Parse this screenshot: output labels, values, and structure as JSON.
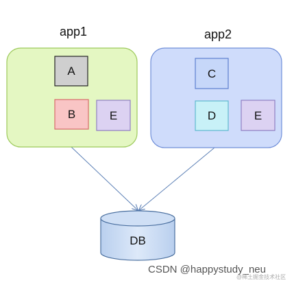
{
  "apps": [
    {
      "id": "app1",
      "title": "app1",
      "fill": "#e4f7c2",
      "stroke": "#9cc95a",
      "nodes": [
        {
          "id": "a",
          "label": "A",
          "fill": "#cfcfcf",
          "stroke": "#222222"
        },
        {
          "id": "b",
          "label": "B",
          "fill": "#f9c5c5",
          "stroke": "#d86a6a"
        },
        {
          "id": "e",
          "label": "E",
          "fill": "#dcd2f2",
          "stroke": "#8f7fc2"
        }
      ]
    },
    {
      "id": "app2",
      "title": "app2",
      "fill": "#cfdcfb",
      "stroke": "#6f8ed8",
      "nodes": [
        {
          "id": "c",
          "label": "C",
          "fill": "#c6d7f9",
          "stroke": "#5d7fcf"
        },
        {
          "id": "d",
          "label": "D",
          "fill": "#c8f1f7",
          "stroke": "#5fb9cf"
        },
        {
          "id": "e",
          "label": "E",
          "fill": "#dcd2f2",
          "stroke": "#8f7fc2"
        }
      ]
    }
  ],
  "database": {
    "label": "DB",
    "fill": "#cfdff5",
    "stroke": "#4a6f9f"
  },
  "connector_color": "#5b7fb5",
  "watermark": {
    "text": "CSDN @happystudy_neu",
    "sub_text": "@稀土掘金技术社区"
  }
}
